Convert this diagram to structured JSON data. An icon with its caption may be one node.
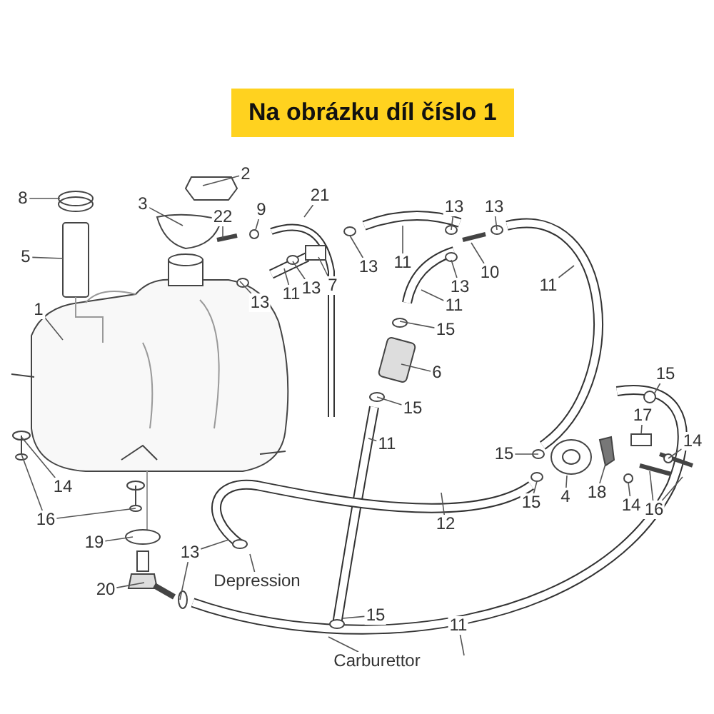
{
  "diagram": {
    "title": "Na obrázku díl číslo 1",
    "nodes": [
      {
        "text": [
          "8"
        ]
      },
      {
        "text": [
          "2"
        ]
      },
      {
        "text": [
          "3"
        ]
      },
      {
        "text": [
          "22"
        ]
      },
      {
        "text": [
          "21"
        ]
      },
      {
        "text": [
          "9"
        ]
      },
      {
        "text": [
          "5"
        ]
      },
      {
        "text": [
          "13"
        ]
      },
      {
        "text": [
          "11"
        ]
      },
      {
        "text": [
          "13"
        ]
      },
      {
        "text": [
          "7"
        ]
      },
      {
        "text": [
          "13"
        ]
      },
      {
        "text": [
          "11"
        ]
      },
      {
        "text": [
          "13"
        ]
      },
      {
        "text": [
          "13"
        ]
      },
      {
        "text": [
          "13"
        ]
      },
      {
        "text": [
          "10"
        ]
      },
      {
        "text": [
          "11"
        ]
      },
      {
        "text": [
          "11"
        ]
      },
      {
        "text": [
          "15"
        ]
      },
      {
        "text": [
          "6"
        ]
      },
      {
        "text": [
          "1"
        ]
      },
      {
        "text": [
          "15"
        ]
      },
      {
        "text": [
          "15"
        ]
      },
      {
        "text": [
          "11"
        ]
      },
      {
        "text": [
          "17"
        ]
      },
      {
        "text": [
          "14"
        ]
      },
      {
        "text": [
          "15"
        ]
      },
      {
        "text": [
          "14"
        ]
      },
      {
        "text": [
          "16"
        ]
      },
      {
        "text": [
          "12"
        ]
      },
      {
        "text": [
          "4"
        ]
      },
      {
        "text": [
          "18"
        ]
      },
      {
        "text": [
          "14"
        ]
      },
      {
        "text": [
          "15"
        ]
      },
      {
        "text": [
          "16"
        ]
      },
      {
        "text": [
          "19"
        ]
      },
      {
        "text": [
          "13"
        ]
      },
      {
        "text": [
          "Depression"
        ]
      },
      {
        "text": [
          "15"
        ]
      },
      {
        "text": [
          "20"
        ]
      },
      {
        "text": [
          "11"
        ]
      },
      {
        "text": [
          "Carburettor"
        ]
      }
    ],
    "edges": [
      {
        "from": 0,
        "to": null,
        "arrow": "none"
      },
      {
        "from": 1,
        "to": null,
        "arrow": "none"
      },
      {
        "from": 2,
        "to": null,
        "arrow": "none"
      },
      {
        "from": 3,
        "to": null,
        "arrow": "none"
      },
      {
        "from": 4,
        "to": null,
        "arrow": "none"
      },
      {
        "from": 5,
        "to": null,
        "arrow": "none"
      },
      {
        "from": 6,
        "to": null,
        "arrow": "none"
      },
      {
        "from": 7,
        "to": null,
        "arrow": "none"
      },
      {
        "from": 8,
        "to": null,
        "arrow": "none"
      },
      {
        "from": 9,
        "to": null,
        "arrow": "none"
      },
      {
        "from": 10,
        "to": null,
        "arrow": "none"
      },
      {
        "from": 11,
        "to": null,
        "arrow": "none"
      },
      {
        "from": 12,
        "to": null,
        "arrow": "none"
      },
      {
        "from": 13,
        "to": null,
        "arrow": "none"
      },
      {
        "from": 14,
        "to": null,
        "arrow": "none"
      },
      {
        "from": 15,
        "to": null,
        "arrow": "none"
      },
      {
        "from": 16,
        "to": null,
        "arrow": "none"
      },
      {
        "from": 17,
        "to": null,
        "arrow": "none"
      },
      {
        "from": 18,
        "to": null,
        "arrow": "none"
      },
      {
        "from": 19,
        "to": null,
        "arrow": "none"
      },
      {
        "from": 20,
        "to": null,
        "arrow": "none"
      },
      {
        "from": 21,
        "to": null,
        "arrow": "none"
      },
      {
        "from": 22,
        "to": null,
        "arrow": "none"
      },
      {
        "from": 23,
        "to": null,
        "arrow": "none"
      },
      {
        "from": 24,
        "to": null,
        "arrow": "none"
      },
      {
        "from": 25,
        "to": null,
        "arrow": "none"
      },
      {
        "from": 26,
        "to": null,
        "arrow": "none"
      },
      {
        "from": 27,
        "to": null,
        "arrow": "none"
      },
      {
        "from": 28,
        "to": null,
        "arrow": "none"
      },
      {
        "from": 29,
        "to": null,
        "arrow": "none"
      },
      {
        "from": 29,
        "to": null,
        "arrow": "none"
      },
      {
        "from": 30,
        "to": null,
        "arrow": "none"
      },
      {
        "from": 31,
        "to": null,
        "arrow": "none"
      },
      {
        "from": 32,
        "to": null,
        "arrow": "none"
      },
      {
        "from": 33,
        "to": null,
        "arrow": "none"
      },
      {
        "from": 34,
        "to": null,
        "arrow": "none"
      },
      {
        "from": 35,
        "to": null,
        "arrow": "none"
      },
      {
        "from": 35,
        "to": null,
        "arrow": "none"
      },
      {
        "from": 36,
        "to": null,
        "arrow": "none"
      },
      {
        "from": 37,
        "to": null,
        "arrow": "none"
      },
      {
        "from": 37,
        "to": null,
        "arrow": "none"
      },
      {
        "from": 38,
        "to": null,
        "arrow": "none"
      },
      {
        "from": 39,
        "to": null,
        "arrow": "none"
      },
      {
        "from": 40,
        "to": null,
        "arrow": "none"
      },
      {
        "from": 41,
        "to": null,
        "arrow": "none"
      },
      {
        "from": 42,
        "to": null,
        "arrow": "none"
      }
    ]
  }
}
